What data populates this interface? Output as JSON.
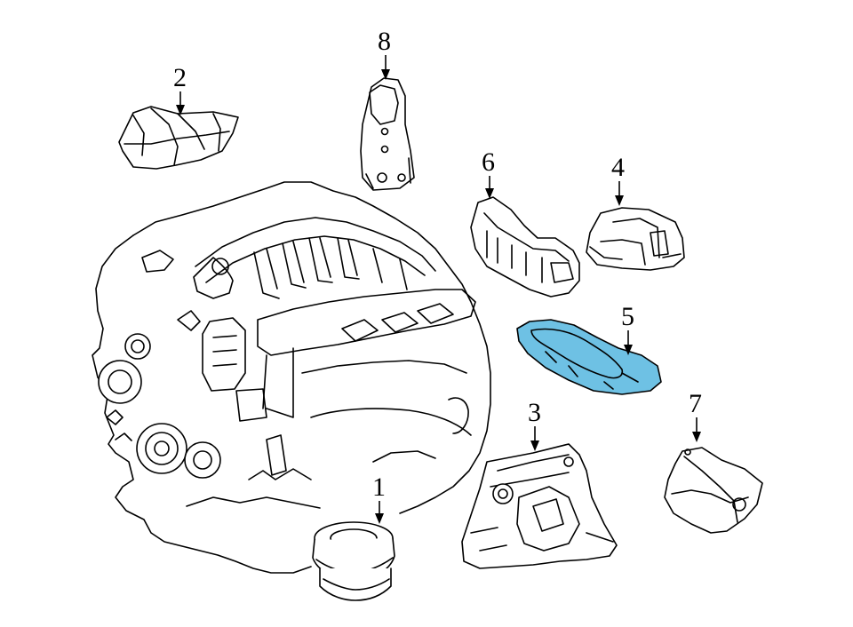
{
  "diagram": {
    "callouts": [
      {
        "id": "1",
        "label": "1"
      },
      {
        "id": "2",
        "label": "2"
      },
      {
        "id": "3",
        "label": "3"
      },
      {
        "id": "4",
        "label": "4"
      },
      {
        "id": "5",
        "label": "5"
      },
      {
        "id": "6",
        "label": "6"
      },
      {
        "id": "7",
        "label": "7"
      },
      {
        "id": "8",
        "label": "8"
      }
    ],
    "highlight_color": "#6ec1e4",
    "highlighted_part": "5"
  }
}
